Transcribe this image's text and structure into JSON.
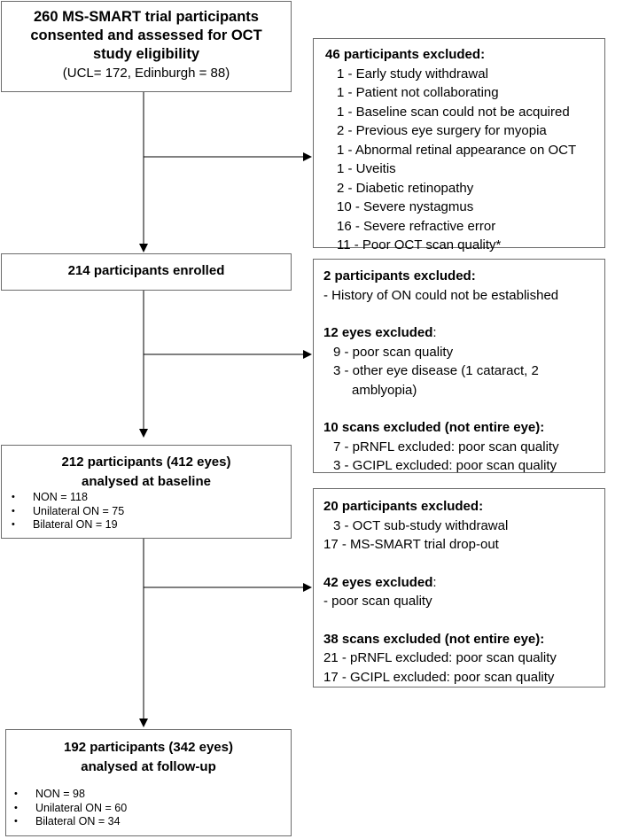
{
  "box1": {
    "title_lines": [
      "260 MS-SMART trial participants",
      "consented and assessed for OCT",
      "study eligibility"
    ],
    "subtitle": "(UCL= 172,  Edinburgh = 88)"
  },
  "ex1": {
    "heading": "46 participants excluded:",
    "items": [
      "1 - Early study withdrawal",
      "1 - Patient not collaborating",
      "1 - Baseline scan could not be acquired",
      "2 - Previous eye surgery for myopia",
      "1 - Abnormal retinal appearance on OCT",
      "1 - Uveitis",
      "2 - Diabetic retinopathy",
      "10 - Severe nystagmus",
      "16 - Severe refractive error",
      "11 - Poor OCT scan quality*"
    ]
  },
  "box2": {
    "title": "214 participants enrolled"
  },
  "ex2": {
    "p_heading": "2 participants excluded:",
    "p_item": "-    History of ON could not be established",
    "eyes_heading_bold": "12  eyes excluded",
    "eyes_heading_colon": ":",
    "eyes_items": [
      "9 - poor scan quality",
      "3 - other eye disease (1 cataract, 2",
      "amblyopia)"
    ],
    "scans_heading": "10 scans excluded (not entire eye):",
    "scans_items": [
      "7 - pRNFL excluded: poor scan quality",
      "3 - GCIPL excluded: poor scan quality"
    ]
  },
  "box3": {
    "title_lines": [
      "212 participants (412 eyes)",
      "analysed at baseline"
    ],
    "bullets": [
      "NON = 118",
      "Unilateral ON = 75",
      "Bilateral ON = 19"
    ]
  },
  "ex3": {
    "p_heading": "20 participants excluded:",
    "p_items": [
      "3 - OCT sub-study withdrawal",
      "17 - MS-SMART trial drop-out"
    ],
    "eyes_heading_bold": "42  eyes excluded",
    "eyes_heading_colon": ":",
    "eyes_item": "- poor scan quality",
    "scans_heading": "38 scans excluded (not entire eye):",
    "scans_items": [
      "21 - pRNFL excluded: poor scan quality",
      "17 - GCIPL excluded: poor scan quality"
    ]
  },
  "box4": {
    "title_lines": [
      "192 participants (342 eyes)",
      "analysed at follow-up"
    ],
    "bullets": [
      "NON = 98",
      "Unilateral ON = 60",
      "Bilateral ON = 34"
    ]
  }
}
